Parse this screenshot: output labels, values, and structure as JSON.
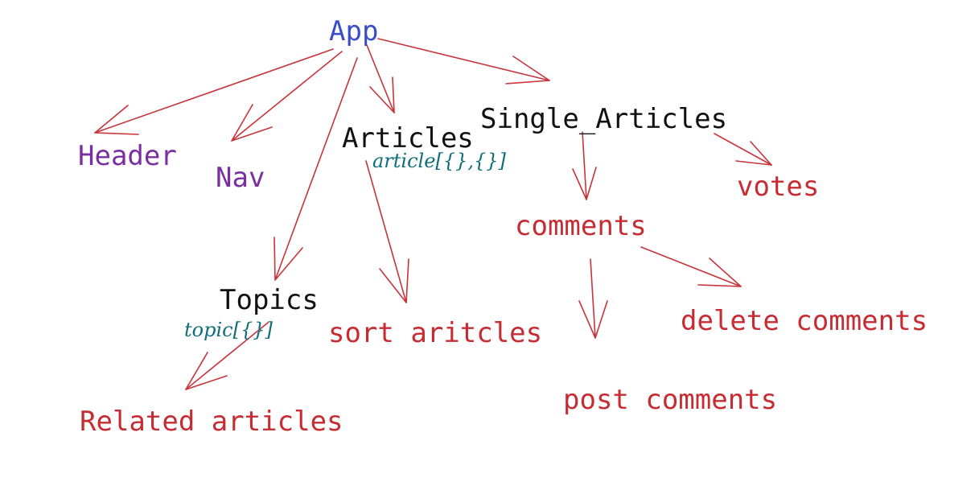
{
  "colors": {
    "root": "#3a4ec8",
    "component": "#111111",
    "layout_leaf": "#7a2fa0",
    "feature": "#c62c32",
    "state": "#0f6e7a",
    "arrow": "#c8333a"
  },
  "nodes": {
    "app": "App",
    "header": "Header",
    "nav": "Nav",
    "articles": "Articles",
    "single_articles": "Single_Articles",
    "topics": "Topics",
    "votes": "votes",
    "comments": "comments",
    "sort_articles": "sort aritcles",
    "delete_comments": "delete comments",
    "post_comments": "post comments",
    "related_articles": "Related articles"
  },
  "state_labels": {
    "articles": "article[{},{}]",
    "topics": "topic[{}]"
  },
  "edges": [
    {
      "from": "App",
      "to": "Header"
    },
    {
      "from": "App",
      "to": "Nav"
    },
    {
      "from": "App",
      "to": "Articles"
    },
    {
      "from": "App",
      "to": "Single_Articles"
    },
    {
      "from": "App",
      "to": "Topics"
    },
    {
      "from": "Articles",
      "to": "sort aritcles"
    },
    {
      "from": "Single_Articles",
      "to": "comments"
    },
    {
      "from": "Single_Articles",
      "to": "votes"
    },
    {
      "from": "comments",
      "to": "post comments"
    },
    {
      "from": "comments",
      "to": "delete comments"
    },
    {
      "from": "Topics",
      "to": "Related articles"
    }
  ]
}
